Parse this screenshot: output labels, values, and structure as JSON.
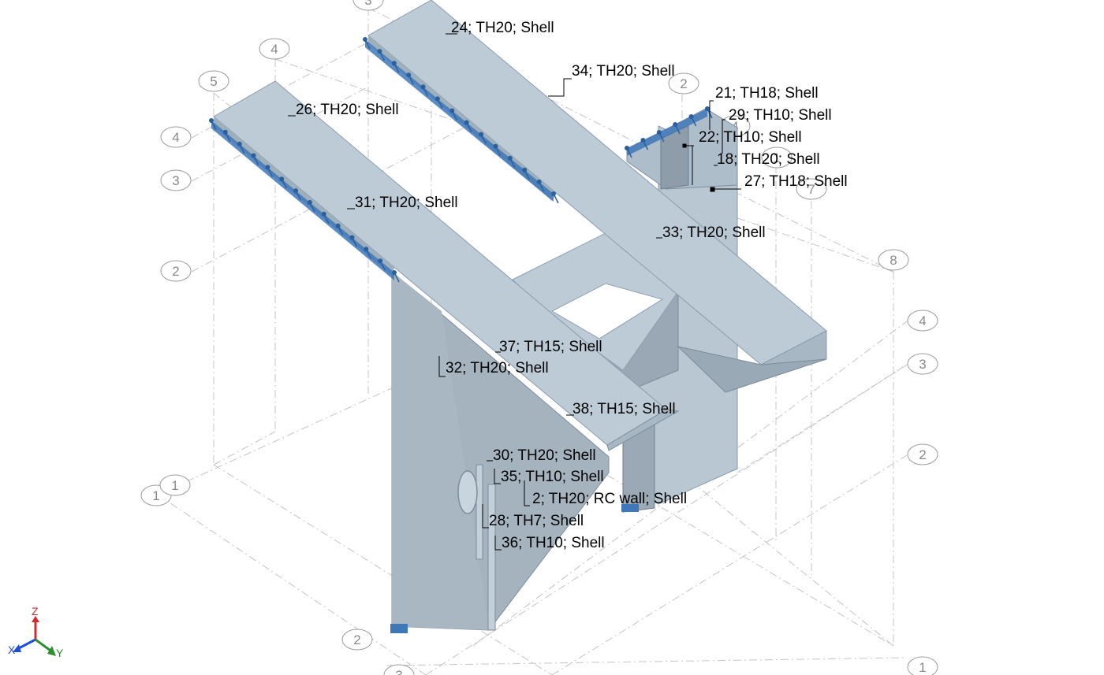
{
  "viewport": {
    "background": "#ffffff"
  },
  "colors": {
    "slab_top": "#bdcbd7",
    "slab_side": "#a9b9c6",
    "wall_face": "#a3b1bd",
    "wall_dark": "#8f9dab",
    "support": "#3e78b8",
    "grid_line": "#bdbdbd",
    "bubble": "#9b9b9b",
    "axis_x": "#1e4fd8",
    "axis_y": "#2f8f2f",
    "axis_z": "#d42a2a"
  },
  "grid_bubbles": [
    "3",
    "4",
    "5",
    "4",
    "3",
    "2",
    "1",
    "1",
    "2",
    "2",
    "4",
    "1",
    "7",
    "8",
    "4",
    "3",
    "2",
    "1",
    "3"
  ],
  "panel_labels": [
    "24; TH20; Shell",
    "34; TH20; Shell",
    "21; TH18; Shell",
    "29; TH10; Shell",
    "22; TH10; Shell",
    "18; TH20; Shell",
    "27; TH18; Shell",
    "26; TH20; Shell",
    "31; TH20; Shell",
    "33; TH20; Shell",
    "37; TH15; Shell",
    "32; TH20; Shell",
    "38; TH15; Shell",
    "30; TH20; Shell",
    "35; TH10; Shell",
    "2; TH20; RC wall; Shell",
    "28; TH7; Shell",
    "36; TH10; Shell"
  ],
  "axes": {
    "x": "X",
    "y": "Y",
    "z": "Z"
  }
}
